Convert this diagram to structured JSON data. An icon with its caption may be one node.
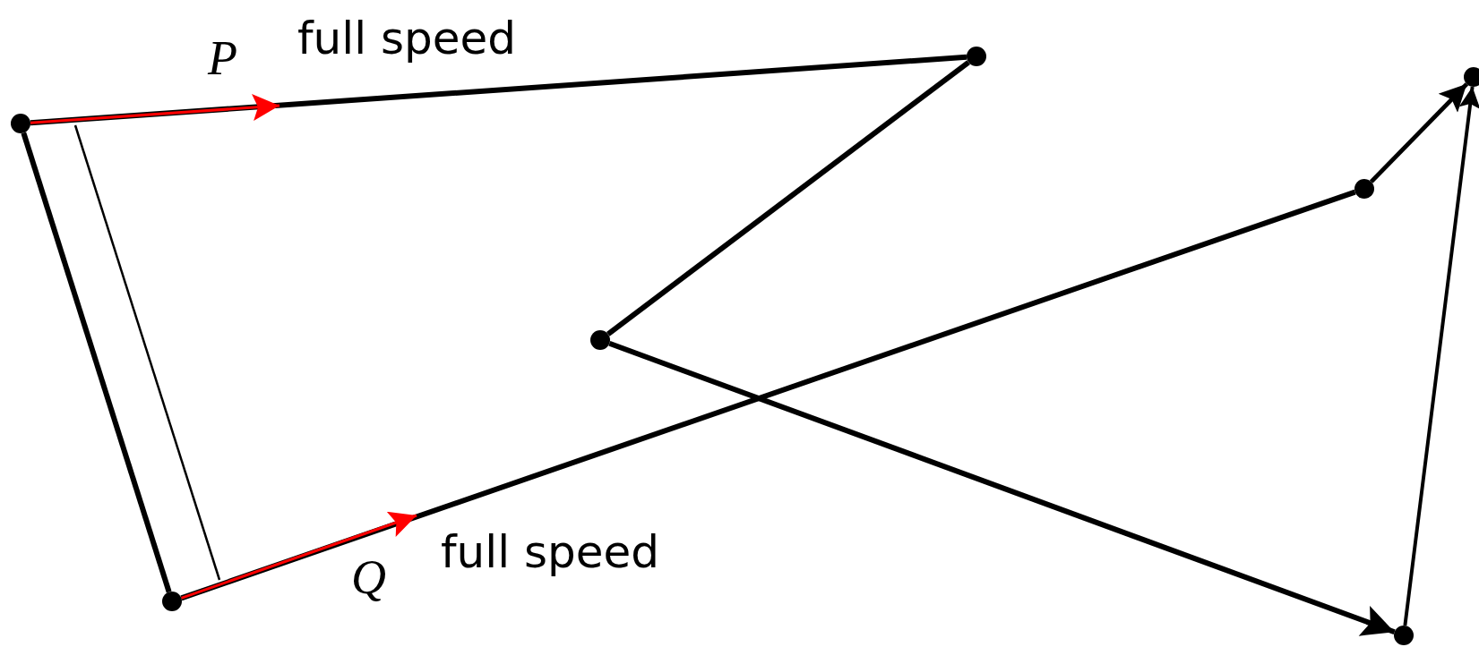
{
  "diagram": {
    "nodes": [
      {
        "text": [],
        "shape": "circle"
      },
      {
        "text": [],
        "shape": "circle"
      },
      {
        "text": [],
        "shape": "circle"
      },
      {
        "text": [],
        "shape": "circle"
      },
      {
        "text": [],
        "shape": "circle"
      },
      {
        "text": [],
        "shape": "circle"
      },
      {
        "text": [],
        "shape": "circle"
      }
    ],
    "edges": [
      {
        "from": 0,
        "to": 3,
        "arrow": "none"
      },
      {
        "from": 3,
        "to": 2,
        "arrow": "none"
      },
      {
        "from": 2,
        "to": 5,
        "arrow": "to"
      },
      {
        "from": 5,
        "to": 6,
        "arrow": "to"
      },
      {
        "from": 4,
        "to": 6,
        "arrow": "to"
      },
      {
        "from": 1,
        "to": 4,
        "arrow": "none"
      },
      {
        "from": 0,
        "to": 1,
        "arrow": "none"
      },
      {
        "from": 0,
        "to": null,
        "arrow": "to",
        "color": "#ff0000",
        "label": "P"
      },
      {
        "from": 1,
        "to": null,
        "arrow": "to",
        "color": "#ff0000",
        "label": "Q"
      }
    ],
    "labels": [
      "full speed",
      "full speed"
    ]
  }
}
